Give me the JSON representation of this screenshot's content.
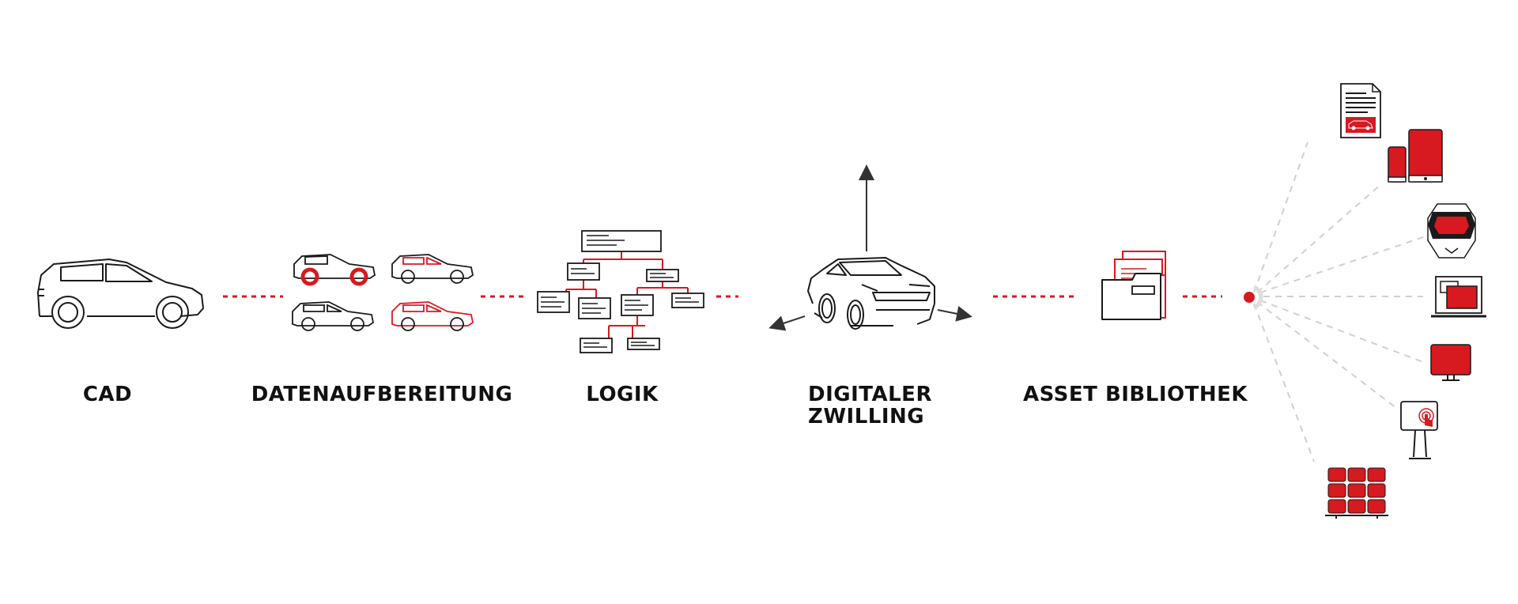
{
  "colors": {
    "accent": "#d71920",
    "ink": "#1a1a1a",
    "dashed_gray": "#c8c8c8"
  },
  "stages": [
    {
      "id": "cad",
      "label": "CAD",
      "icon": "car-outline-icon"
    },
    {
      "id": "datenaufbereitung",
      "label": "DATENAUFBEREITUNG",
      "icon": "car-variants-icon"
    },
    {
      "id": "logik",
      "label": "LOGIK",
      "icon": "logic-tree-icon"
    },
    {
      "id": "digitaler_zwilling",
      "label_line1": "DIGITALER",
      "label_line2": "ZWILLING",
      "icon": "digital-twin-car-icon"
    },
    {
      "id": "asset_bibliothek",
      "label": "ASSET BIBLIOTHEK",
      "icon": "folder-icon"
    }
  ],
  "outputs": [
    {
      "icon": "document-icon"
    },
    {
      "icon": "mobile-devices-icon"
    },
    {
      "icon": "vr-headset-icon"
    },
    {
      "icon": "laptop-icon"
    },
    {
      "icon": "monitor-icon"
    },
    {
      "icon": "touch-kiosk-icon"
    },
    {
      "icon": "video-wall-icon"
    }
  ]
}
